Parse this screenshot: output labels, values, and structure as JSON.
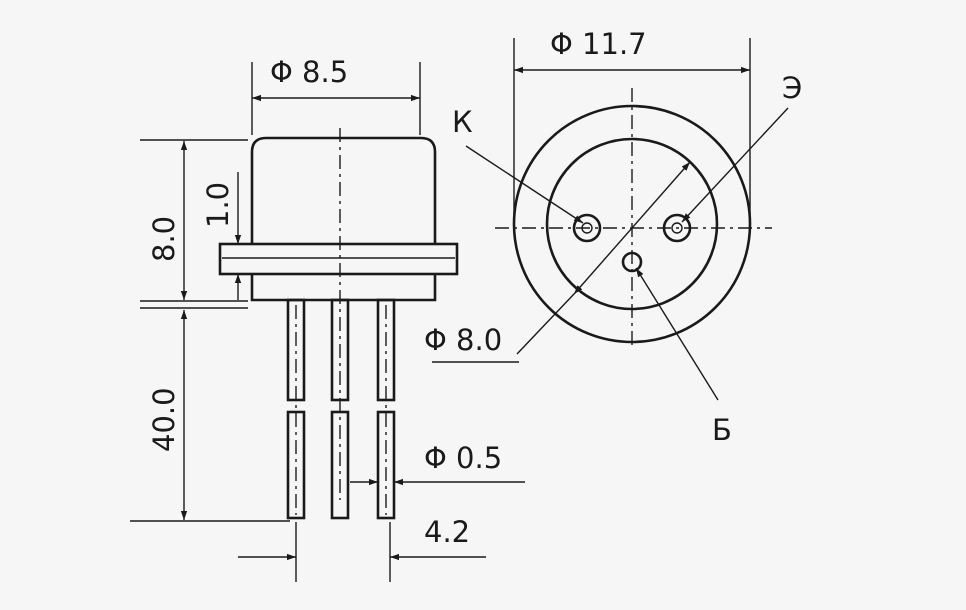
{
  "labels": {
    "dia_cap": "Φ 8.5",
    "dia_body": "Φ 11.7",
    "dia_inner": "Φ 8.0",
    "dia_lead": "Φ 0.5",
    "height_total": "8.0",
    "flange_thickness": "1.0",
    "lead_length": "40.0",
    "lead_spacing": "4.2",
    "pin_k": "К",
    "pin_e": "Э",
    "pin_b": "Б"
  }
}
